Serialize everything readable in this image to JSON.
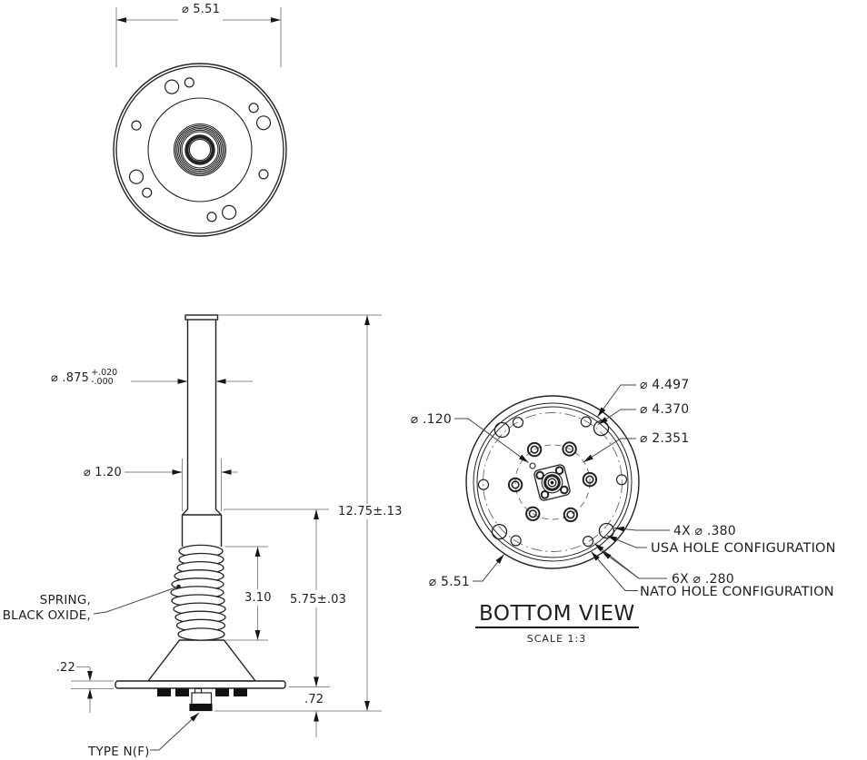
{
  "drawing": {
    "background": "#ffffff",
    "line_color": "#1c1c1c",
    "dim_line_color": "#8a8a8a",
    "top_view": {
      "outer_diameter": "⌀ 5.51"
    },
    "side_view": {
      "tube_diameter": "⌀ .875",
      "tube_tol_plus": "+.020",
      "tube_tol_minus": "-.000",
      "lower_diameter": "⌀ 1.20",
      "overall_height": "12.75±.13",
      "base_height": "5.75±.03",
      "spring_length": "3.10",
      "plate_thickness": ".22",
      "connector_depth": ".72",
      "spring_label_line1": "SPRING,",
      "spring_label_line2": "BLACK OXIDE,",
      "connector_label": "TYPE N(F)"
    },
    "bottom_view": {
      "title": "BOTTOM VIEW",
      "scale": "SCALE 1:3",
      "bolt_circle_outer": "⌀ 4.497",
      "bolt_circle_mid": "⌀ 4.370",
      "bolt_circle_inner": "⌀ 2.351",
      "small_hole": "⌀ .120",
      "outer_diameter": "⌀ 5.51",
      "usa_holes": "4X ⌀ .380",
      "usa_label": "USA HOLE CONFIGURATION",
      "nato_holes": "6X ⌀ .280",
      "nato_label": "NATO HOLE CONFIGURATION"
    }
  }
}
